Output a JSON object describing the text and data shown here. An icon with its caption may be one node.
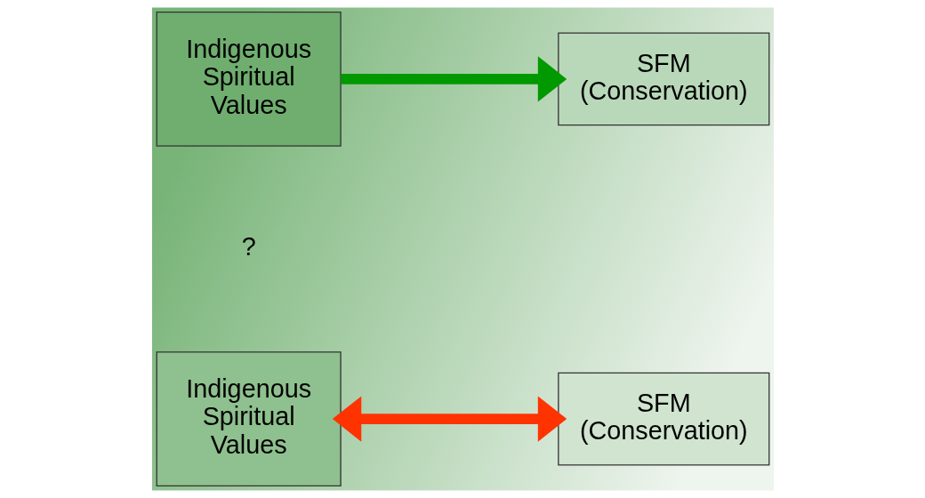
{
  "diagram": {
    "nodes": [
      {
        "text": [
          "Indigenous Spiritual Values"
        ]
      },
      {
        "text": [
          "SFM",
          "(Conservation)"
        ]
      },
      {
        "text": [
          "Indigenous Spiritual Values"
        ]
      },
      {
        "text": [
          "SFM",
          "(Conservation)"
        ]
      }
    ],
    "edges": [
      {
        "from": 0,
        "to": 1,
        "arrow": "to",
        "color": "#009900"
      },
      {
        "from": 2,
        "to": 3,
        "arrow": "both",
        "color": "#ff3300"
      }
    ],
    "labels": [
      "?"
    ]
  }
}
